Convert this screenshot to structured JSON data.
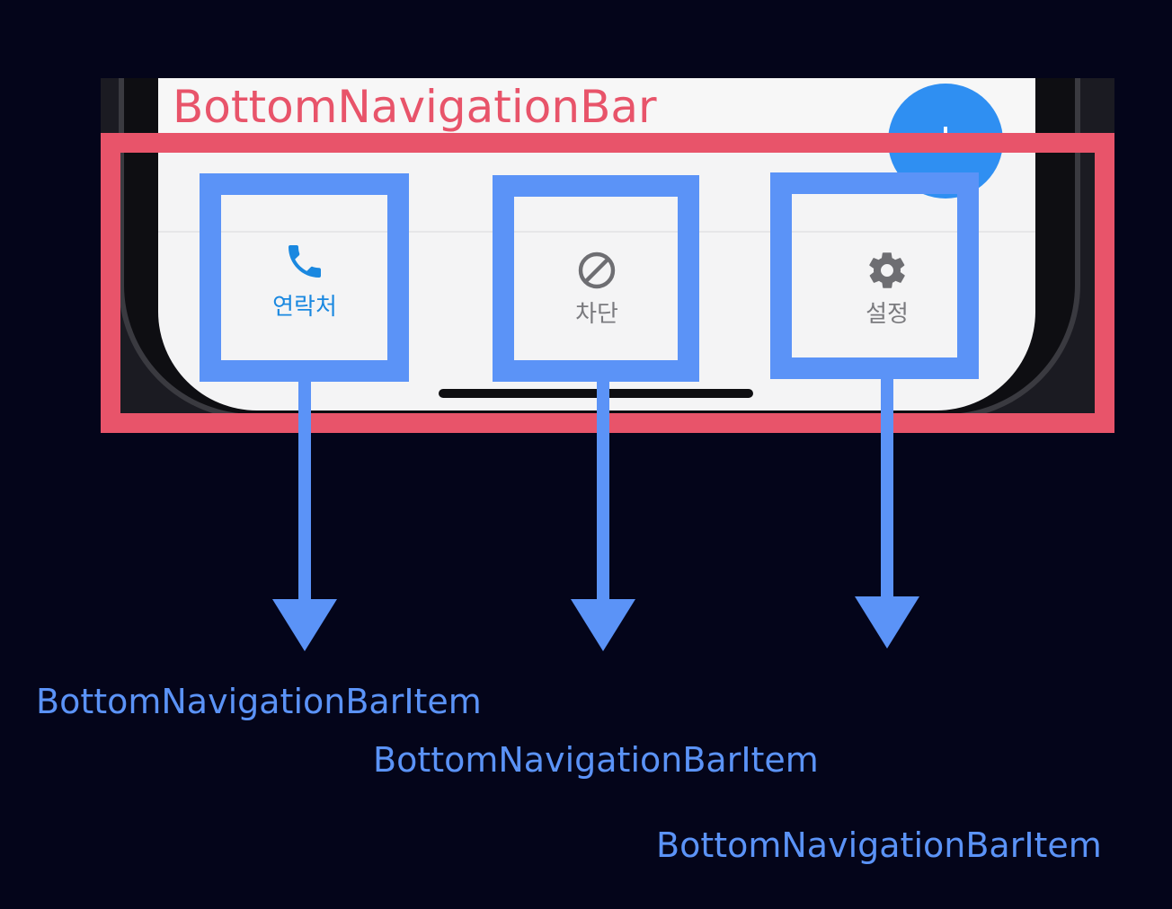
{
  "bar_title": "BottomNavigationBar",
  "nav_items": [
    {
      "label": "연락처",
      "icon": "phone-icon",
      "color": "#1a88e0",
      "selected": true
    },
    {
      "label": "차단",
      "icon": "block-icon",
      "color": "#7a7a7e",
      "selected": false
    },
    {
      "label": "설정",
      "icon": "gear-icon",
      "color": "#7a7a7e",
      "selected": false
    }
  ],
  "item_captions": [
    "BottomNavigationBarItem",
    "BottomNavigationBarItem",
    "BottomNavigationBarItem"
  ],
  "colors": {
    "background": "#04051a",
    "bar_annotation": "#e8546a",
    "item_annotation": "#5b93f7",
    "fab": "#2f8ff2"
  },
  "fab_icon": "plus-icon"
}
